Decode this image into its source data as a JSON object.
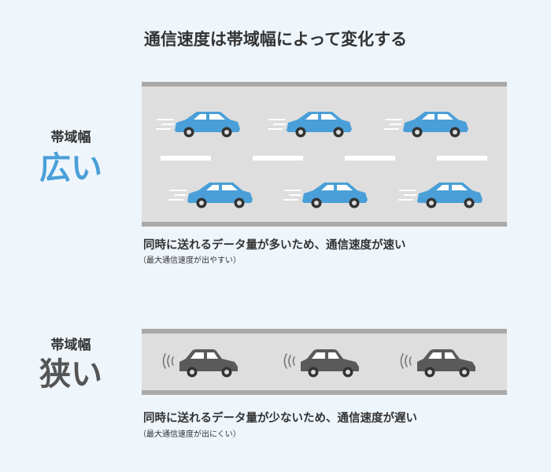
{
  "title": "通信速度は帯域幅によって変化する",
  "wide": {
    "label_small": "帯域幅",
    "label_big": "広い",
    "caption": "同時に送れるデータ量が多いため、通信速度が速い",
    "note": "（最大通信速度が出やすい）"
  },
  "narrow": {
    "label_small": "帯域幅",
    "label_big": "狭い",
    "caption": "同時に送れるデータ量が少ないため、通信速度が遅い",
    "note": "（最大通信速度が出にくい）"
  },
  "colors": {
    "wide_car": "#4a9fd8",
    "narrow_car": "#5a5a5a",
    "road": "#dedede",
    "road_edge": "#a9a9a9"
  },
  "icons": [
    "fast-car-icon",
    "slow-car-icon",
    "speed-lines-icon",
    "sound-waves-icon"
  ]
}
